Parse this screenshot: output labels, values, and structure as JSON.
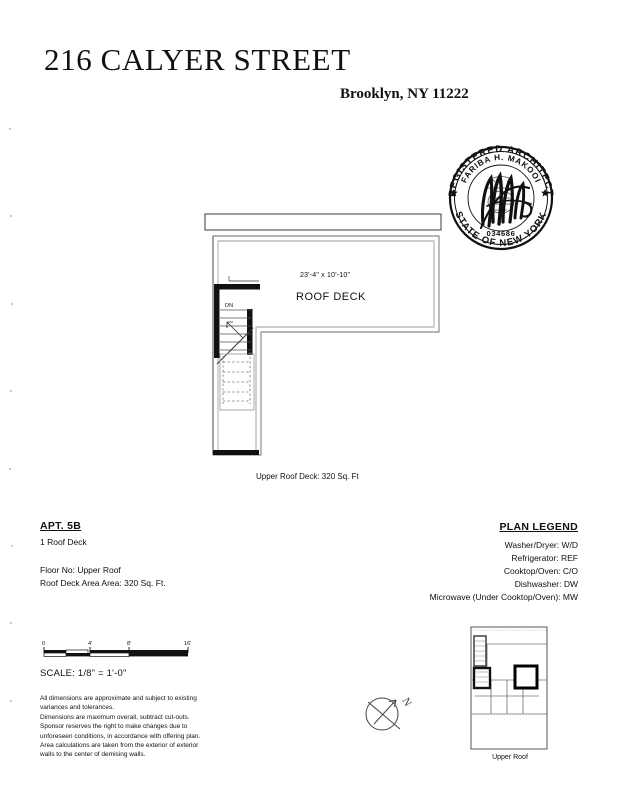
{
  "header": {
    "title": "216 CALYER STREET",
    "subtitle": "Brooklyn, NY 11222"
  },
  "seal": {
    "top_text": "REGISTERED ARCHITECT",
    "name": "FARIBA H. MAKOOI",
    "license_number": "034686",
    "bottom_text": "STATE OF NEW YORK"
  },
  "plan": {
    "room_dimensions": "23'-4\" x 10'-10\"",
    "room_label": "ROOF DECK",
    "stair_label": "DN",
    "caption": "Upper Roof Deck: 320 Sq. Ft"
  },
  "apartment": {
    "name": "APT. 5B",
    "rooms": "1 Roof Deck",
    "floor_no": "Floor No: Upper Roof",
    "area": "Roof Deck Area Area: 320 Sq. Ft."
  },
  "legend": {
    "title": "PLAN LEGEND",
    "items": [
      "Washer/Dryer: W/D",
      "Refrigerator: REF",
      "Cooktop/Oven: C/O",
      "Dishwasher: DW",
      "Microwave (Under Cooktop/Oven): MW"
    ]
  },
  "scale": {
    "ticks": [
      "0",
      "4'",
      "8'",
      "16'"
    ],
    "text": "SCALE: 1/8\" = 1'-0\""
  },
  "disclaimer": {
    "lines": [
      "All dimensions are approximate and subject to existing",
      "variances and tolerances.",
      "Dimensions are maximum overall, subtract cut-outs.",
      "Sponsor reserves the right to make changes due to",
      "unforeseen conditions, in accordance with offering plan.",
      "Area calculations are taken from the exterior of exterior",
      "walls to the center of demising walls."
    ]
  },
  "north": {
    "label": "N"
  },
  "keyplan": {
    "caption": "Upper Roof"
  },
  "colors": {
    "ink": "#111111",
    "wall": "#000000",
    "parapet": "#7a7a7a",
    "paper": "#ffffff"
  }
}
